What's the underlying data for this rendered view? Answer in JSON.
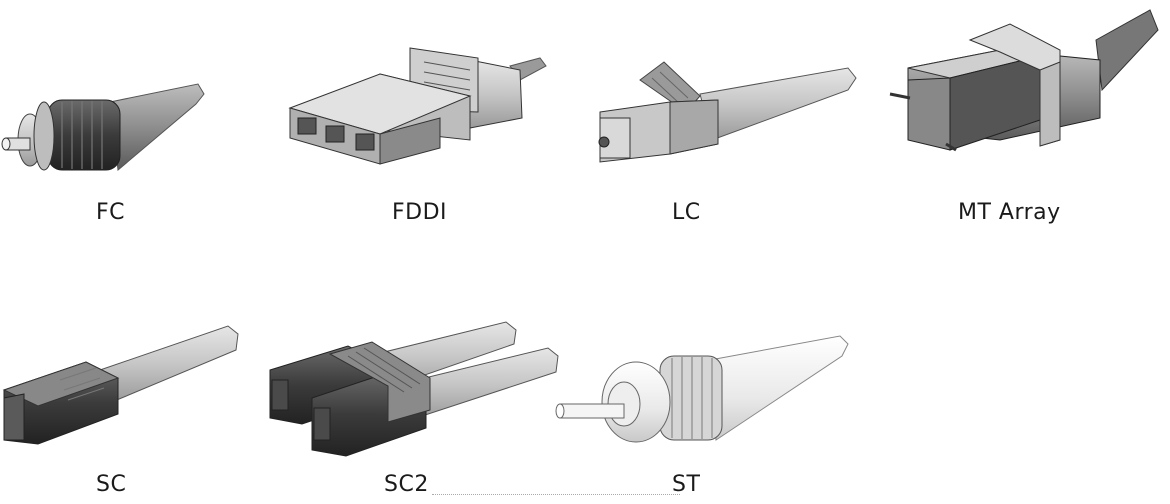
{
  "connectors": [
    {
      "id": "fc",
      "label": "FC"
    },
    {
      "id": "fddi",
      "label": "FDDI"
    },
    {
      "id": "lc",
      "label": "LC"
    },
    {
      "id": "mt",
      "label": "MT Array"
    },
    {
      "id": "sc",
      "label": "SC"
    },
    {
      "id": "sc2",
      "label": "SC2"
    },
    {
      "id": "st",
      "label": "ST"
    }
  ]
}
